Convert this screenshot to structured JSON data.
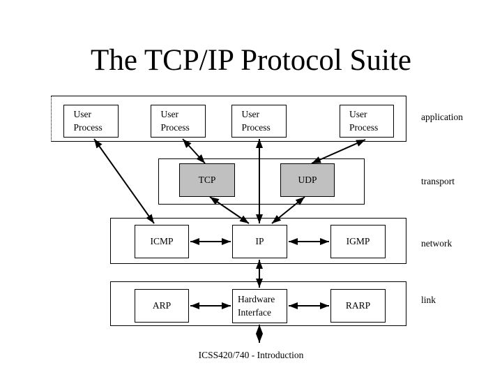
{
  "title": "The TCP/IP Protocol Suite",
  "footer": "ICSS420/740 - Introduction",
  "colors": {
    "background": "#ffffff",
    "line": "#000000",
    "filled_box": "#c0c0c0"
  },
  "layers": {
    "application": {
      "label": "application",
      "boxes": [
        {
          "label": "User Process"
        },
        {
          "label": "User Process"
        },
        {
          "label": "User Process"
        },
        {
          "label": "User Process"
        }
      ]
    },
    "transport": {
      "label": "transport",
      "boxes": [
        {
          "label": "TCP"
        },
        {
          "label": "UDP"
        }
      ]
    },
    "network": {
      "label": "network",
      "boxes": [
        {
          "label": "ICMP"
        },
        {
          "label": "IP"
        },
        {
          "label": "IGMP"
        }
      ]
    },
    "link": {
      "label": "link",
      "boxes": [
        {
          "label": "ARP"
        },
        {
          "label": "Hardware Interface"
        },
        {
          "label": "RARP"
        }
      ]
    }
  }
}
